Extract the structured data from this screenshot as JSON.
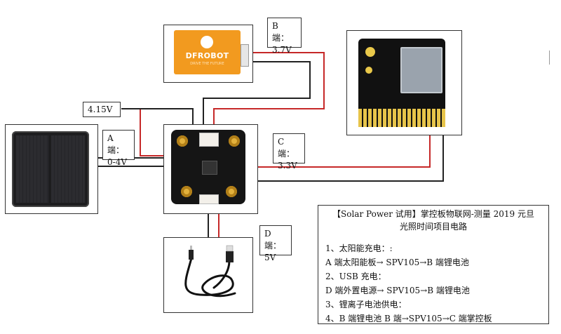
{
  "labels": {
    "b_port": {
      "name": "B 端：",
      "value": "3.7V"
    },
    "voltage_415": {
      "value": "4.15V"
    },
    "a_port": {
      "name": "A 端：",
      "value": "0-4V"
    },
    "c_port": {
      "name": "C 端：",
      "value": "3.3V"
    },
    "d_port": {
      "name": "D 端：",
      "value": "5V"
    }
  },
  "battery": {
    "brand": "DFROBOT",
    "tagline": "DRIVE THE FUTURE"
  },
  "notes": {
    "title_line1": "【Solar Power 试用】掌控板物联网-测量 2019 元旦",
    "title_line2": "光照时间项目电路",
    "lines": [
      "1、太阳能充电：:",
      "A 端太阳能板→ SPV105→B 端锂电池",
      "2、USB 充电：",
      "D 端外置电源→ SPV105→B 端锂电池",
      "3、锂离子电池供电：",
      "4、B 端锂电池 B 端→SPV105→C 端掌控板"
    ]
  },
  "colors": {
    "wire_red": "#c62828",
    "wire_black": "#222222",
    "battery_orange": "#f29a1f"
  }
}
